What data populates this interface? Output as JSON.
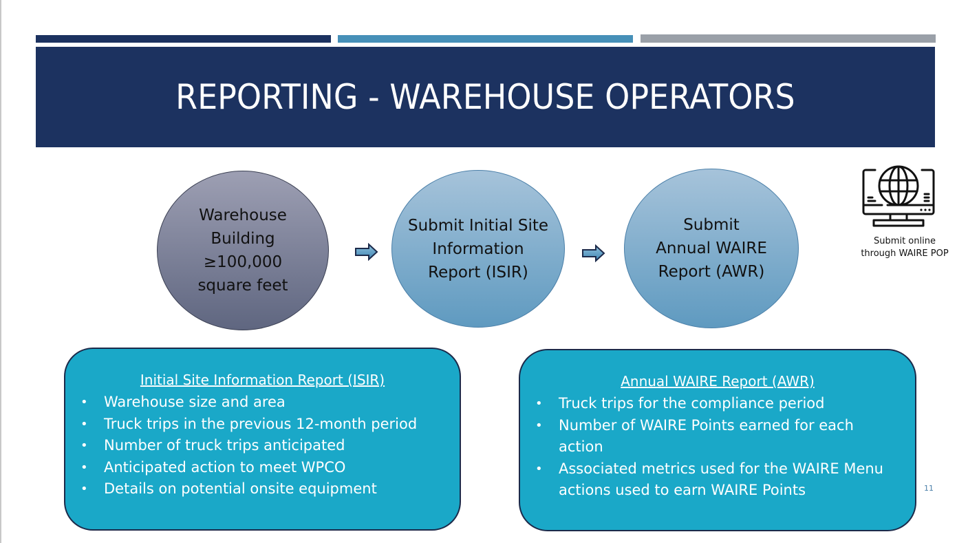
{
  "slide": {
    "title": "REPORTING - WAREHOUSE OPERATORS",
    "page_number": "11"
  },
  "flow": {
    "steps": [
      {
        "lines": [
          "Warehouse",
          "Building",
          "≥100,000",
          "square feet"
        ]
      },
      {
        "lines": [
          "Submit Initial Site",
          "Information",
          "Report (ISIR)"
        ]
      },
      {
        "lines": [
          "Submit",
          "Annual WAIRE",
          "Report (AWR)"
        ]
      }
    ],
    "arrow_icon": "right-arrow-icon"
  },
  "online": {
    "icon": "computer-globe-icon",
    "caption_lines": [
      "Submit online",
      "through WAIRE POP"
    ]
  },
  "isir_box": {
    "title": "Initial Site Information Report (ISIR)",
    "items": [
      "Warehouse size and area",
      "Truck trips in the previous 12-month period",
      "Number of truck trips anticipated",
      "Anticipated action to meet WPCO",
      "Details on potential onsite equipment"
    ]
  },
  "awr_box": {
    "title": "Annual WAIRE Report (AWR)",
    "items": [
      "Truck trips for the compliance period",
      "Number of WAIRE Points earned for each action",
      "Associated metrics used for the WAIRE Menu actions used to earn WAIRE Points"
    ]
  },
  "colors": {
    "navy": "#1c3260",
    "steel_blue": "#4690b8",
    "gray": "#9aa0a8",
    "teal_box": "#1aa8c8"
  }
}
